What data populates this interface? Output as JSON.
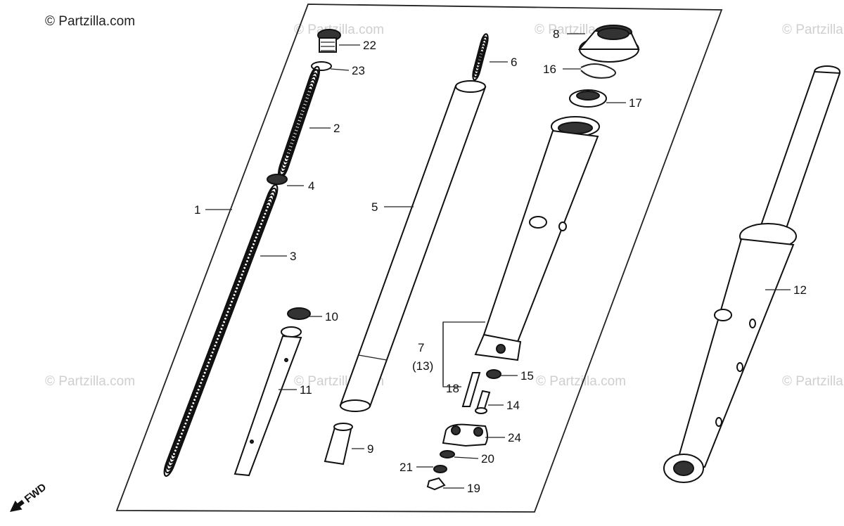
{
  "copyright": "© Partzilla.com",
  "watermark": "© Partzilla.com",
  "fwd_label": "FWD",
  "callouts": [
    {
      "id": "1",
      "label": "1"
    },
    {
      "id": "2",
      "label": "2"
    },
    {
      "id": "3",
      "label": "3"
    },
    {
      "id": "4",
      "label": "4"
    },
    {
      "id": "5",
      "label": "5"
    },
    {
      "id": "6",
      "label": "6"
    },
    {
      "id": "7",
      "label": "7"
    },
    {
      "id": "7b",
      "label": "(13)"
    },
    {
      "id": "8",
      "label": "8"
    },
    {
      "id": "9",
      "label": "9"
    },
    {
      "id": "10",
      "label": "10"
    },
    {
      "id": "11",
      "label": "11"
    },
    {
      "id": "12",
      "label": "12"
    },
    {
      "id": "14",
      "label": "14"
    },
    {
      "id": "15",
      "label": "15"
    },
    {
      "id": "16",
      "label": "16"
    },
    {
      "id": "17",
      "label": "17"
    },
    {
      "id": "18",
      "label": "18"
    },
    {
      "id": "19",
      "label": "19"
    },
    {
      "id": "20",
      "label": "20"
    },
    {
      "id": "21",
      "label": "21"
    },
    {
      "id": "22",
      "label": "22"
    },
    {
      "id": "23",
      "label": "23"
    },
    {
      "id": "24",
      "label": "24"
    }
  ]
}
